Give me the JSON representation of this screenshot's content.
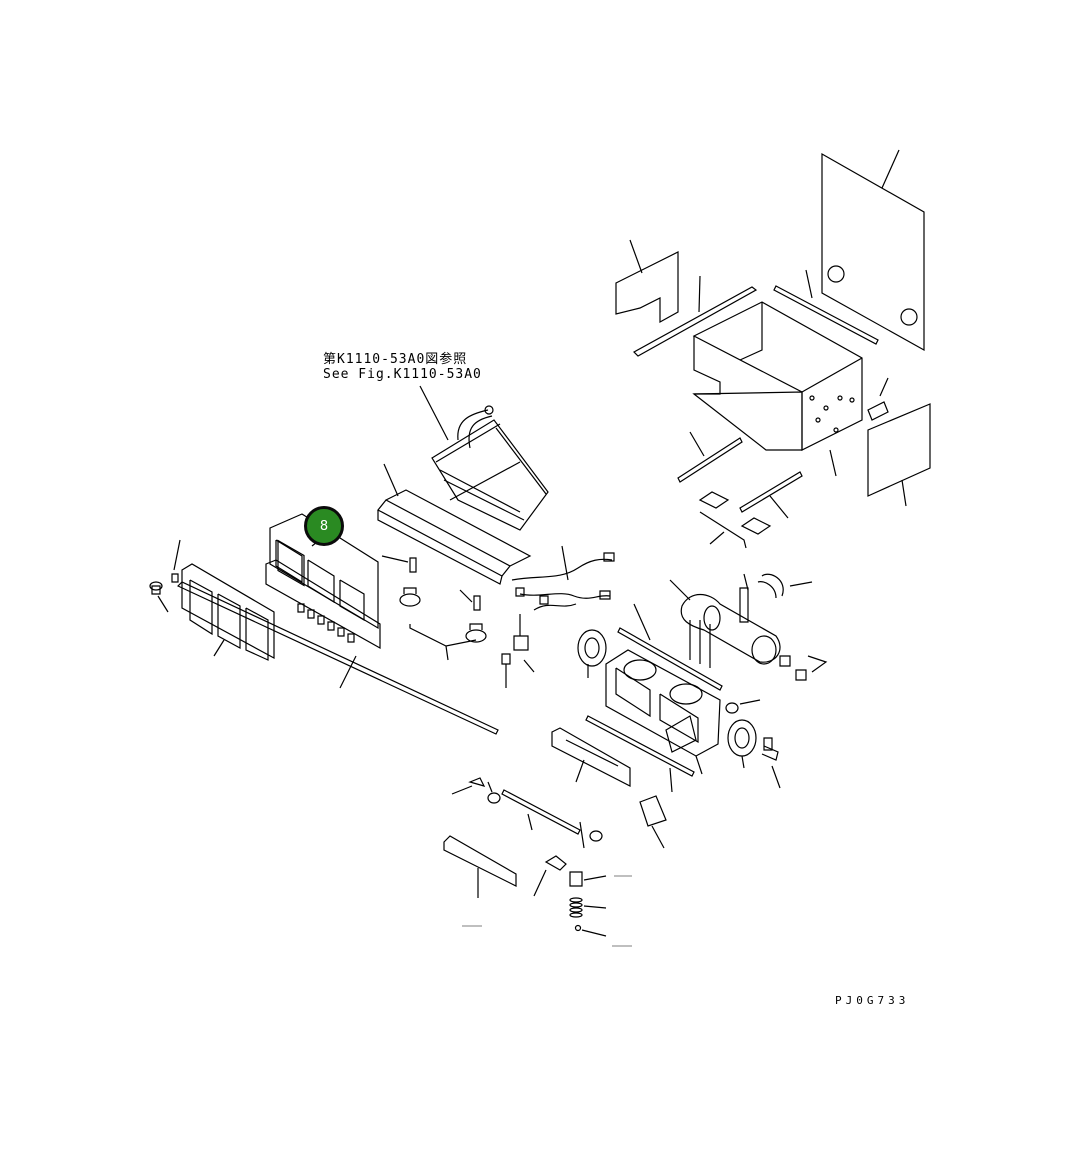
{
  "reference": {
    "jp": "第K1110-53A0図参照",
    "en": "See Fig.K1110-53A0"
  },
  "callout": {
    "number": "8",
    "color": "#2a8a22"
  },
  "figure_code": "PJ0G733"
}
